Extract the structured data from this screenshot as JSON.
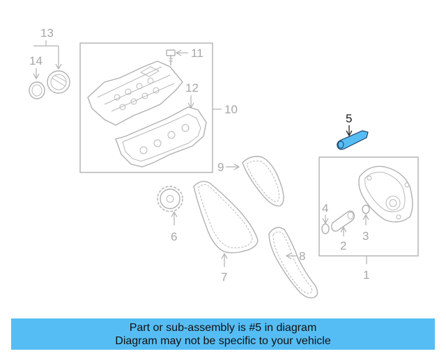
{
  "callouts": {
    "c1": "1",
    "c2": "2",
    "c3": "3",
    "c4": "4",
    "c5": "5",
    "c6": "6",
    "c7": "7",
    "c8": "8",
    "c9": "9",
    "c10": "10",
    "c11": "11",
    "c12": "12",
    "c13": "13",
    "c14": "14"
  },
  "highlighted_part": "5",
  "colors": {
    "highlight": "#56bdf4",
    "part_line": "#b0b0b0",
    "callout_text": "#a7a7a7"
  },
  "caption": {
    "line1": "Part or sub-assembly is #5 in diagram",
    "line2": "Diagram may not be specific to your vehicle"
  }
}
